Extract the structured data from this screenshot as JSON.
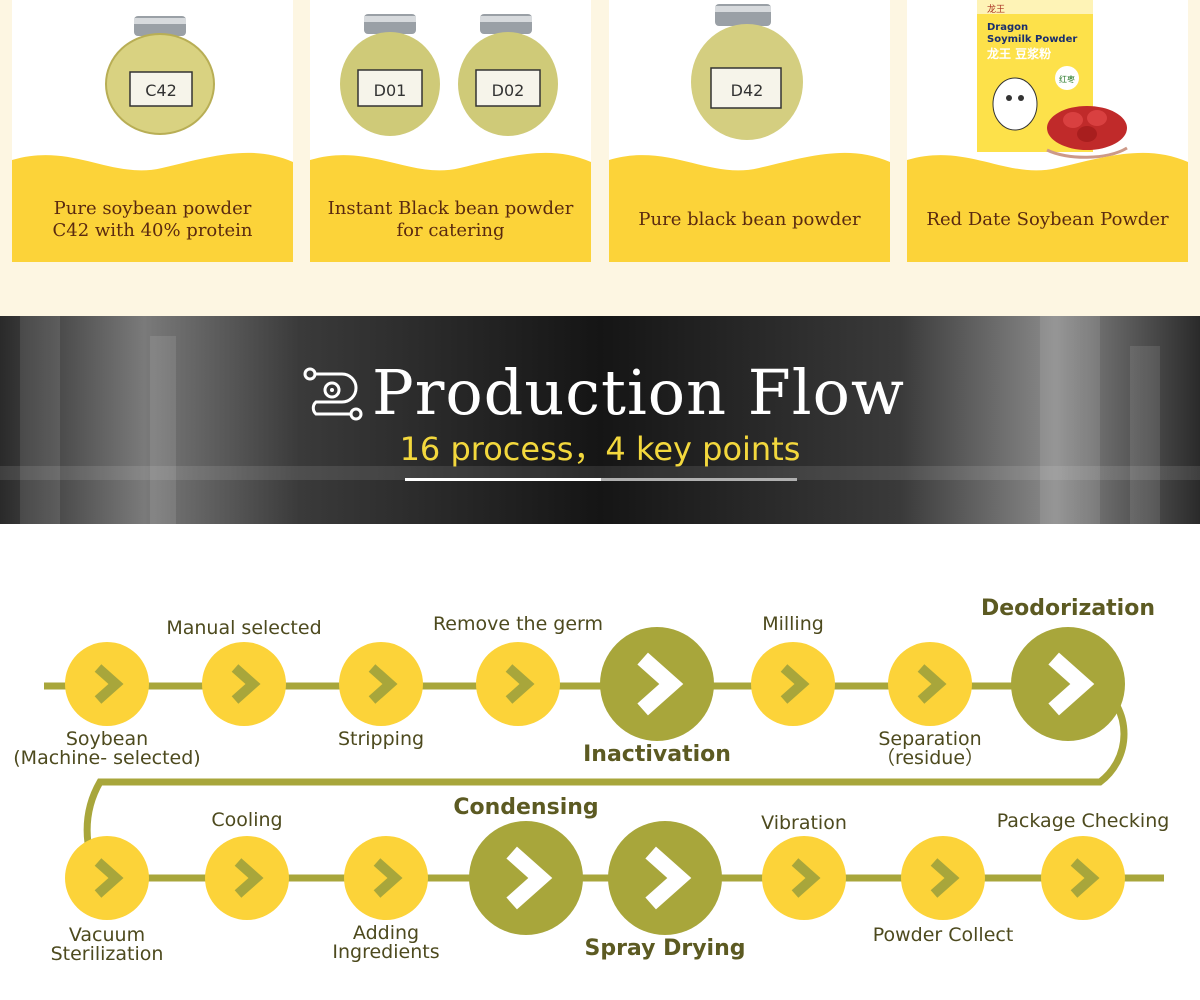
{
  "products": [
    {
      "jar_labels": [
        "C42"
      ],
      "caption": [
        "Pure soybean powder",
        "C42 with 40% protein"
      ]
    },
    {
      "jar_labels": [
        "D01",
        "D02"
      ],
      "caption": [
        "Instant Black bean powder",
        "for catering"
      ]
    },
    {
      "jar_labels": [
        "D42"
      ],
      "caption": [
        "Pure black bean powder"
      ]
    },
    {
      "package": {
        "brand_small": "龙王",
        "line1": "Dragon",
        "line2": "Soymilk Powder",
        "cn": "龙王 豆浆粉",
        "badge": "红枣"
      },
      "caption": [
        "Red Date Soybean Powder"
      ]
    }
  ],
  "banner": {
    "title": "Production Flow",
    "subtitle": "16 process，4 key points"
  },
  "flow": {
    "colors": {
      "step": "#fcd339",
      "key_step": "#a8a63b",
      "line": "#a8a63b",
      "arrow_small": "#a8a63b",
      "arrow_big": "#ffffff"
    },
    "row1": [
      {
        "label": [
          "Soybean",
          "(Machine- selected)"
        ],
        "key": false
      },
      {
        "label": [
          "Manual selected"
        ],
        "key": false
      },
      {
        "label": [
          "Stripping"
        ],
        "key": false
      },
      {
        "label": [
          "Remove the germ"
        ],
        "key": false
      },
      {
        "label": [
          "Inactivation"
        ],
        "key": true
      },
      {
        "label": [
          "Milling"
        ],
        "key": false
      },
      {
        "label": [
          "Separation",
          "（residue）"
        ],
        "key": false
      },
      {
        "label": [
          "Deodorization"
        ],
        "key": true
      }
    ],
    "row2": [
      {
        "label": [
          "Vacuum",
          "Sterilization"
        ],
        "key": false
      },
      {
        "label": [
          "Cooling"
        ],
        "key": false
      },
      {
        "label": [
          "Adding",
          "Ingredients"
        ],
        "key": false
      },
      {
        "label": [
          "Condensing"
        ],
        "key": true
      },
      {
        "label": [
          "Spray Drying"
        ],
        "key": true
      },
      {
        "label": [
          "Vibration"
        ],
        "key": false
      },
      {
        "label": [
          "Powder Collect"
        ],
        "key": false
      },
      {
        "label": [
          "Package Checking"
        ],
        "key": false
      }
    ]
  }
}
